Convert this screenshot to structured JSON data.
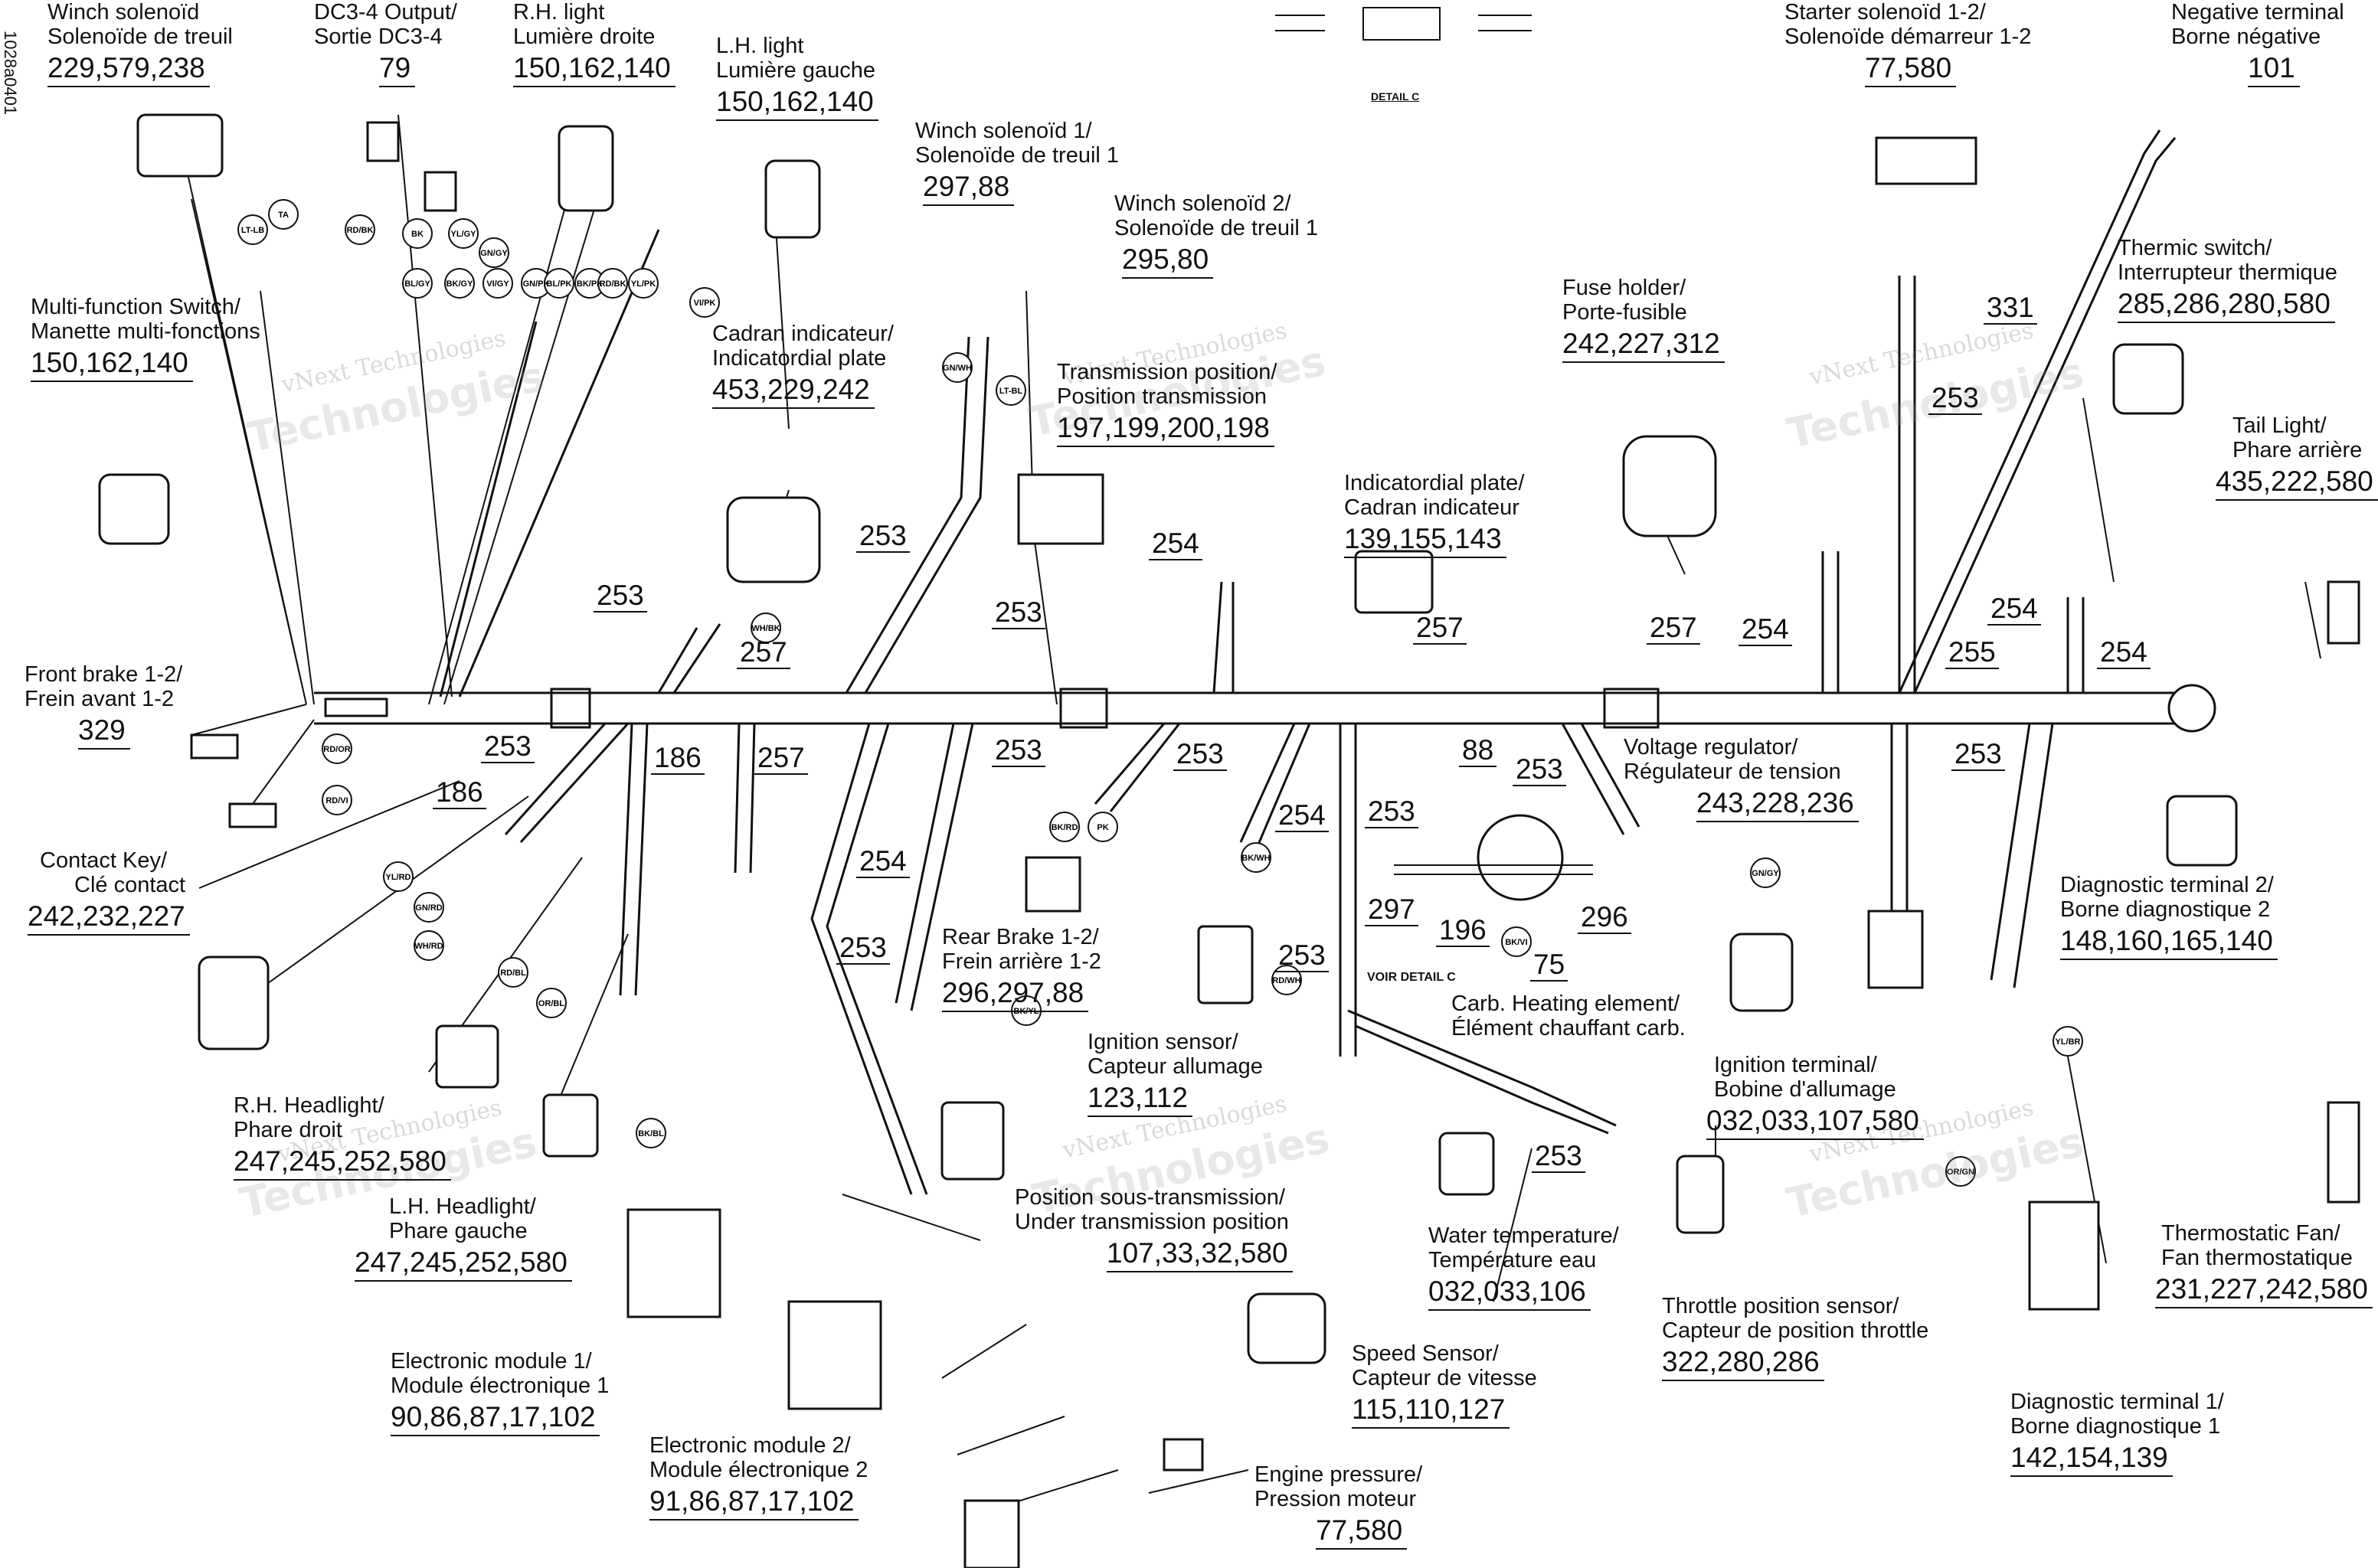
{
  "drawing_code": "1028a0401",
  "detail": {
    "title": "DETAIL C",
    "see": "VOIR DETAIL C"
  },
  "watermark": {
    "line1": "vNext Technologies",
    "line2": "Technologies"
  },
  "components": {
    "winch_solenoid": {
      "en": "Winch solenoïd",
      "fr": "Solenoïde de treuil",
      "parts": "229,579,238"
    },
    "dc3_output": {
      "en": "DC3-4 Output/",
      "fr": "Sortie DC3-4",
      "parts": "79"
    },
    "rh_light": {
      "en": "R.H. light",
      "fr": "Lumière droite",
      "parts": "150,162,140"
    },
    "lh_light": {
      "en": "L.H. light",
      "fr": "Lumière gauche",
      "parts": "150,162,140"
    },
    "winch_solenoid_1": {
      "en": "Winch solenoïd 1/",
      "fr": "Solenoïde de treuil 1",
      "parts": "297,88"
    },
    "winch_solenoid_2": {
      "en": "Winch solenoïd 2/",
      "fr": "Solenoïde de treuil 1",
      "parts": "295,80"
    },
    "transmission_position": {
      "en": "Transmission position/",
      "fr": "Position transmission",
      "parts": "197,199,200,198"
    },
    "starter_solenoid": {
      "en": "Starter solenoïd 1-2/",
      "fr": "Solenoïde démarreur 1-2",
      "parts": "77,580"
    },
    "negative_terminal": {
      "en": "Negative terminal",
      "fr": "Borne négative",
      "parts": "101"
    },
    "multi_function_switch": {
      "en": "Multi-function Switch/",
      "fr": "Manette multi-fonctions",
      "parts": "150,162,140"
    },
    "cadran_indicateur": {
      "en": "Cadran indicateur/",
      "fr": "Indicatordial plate",
      "parts": "453,229,242"
    },
    "indicator_dial_plate": {
      "en": "Indicatordial plate/",
      "fr": "Cadran indicateur",
      "parts": "139,155,143"
    },
    "fuse_holder": {
      "en": "Fuse holder/",
      "fr": "Porte-fusible",
      "parts": "242,227,312"
    },
    "thermic_switch": {
      "en": "Thermic switch/",
      "fr": "Interrupteur thermique",
      "parts": "285,286,280,580"
    },
    "tail_light": {
      "en": "Tail Light/",
      "fr": "Phare arrière",
      "parts": "435,222,580"
    },
    "front_brake": {
      "en": "Front brake 1-2/",
      "fr": "Frein avant 1-2",
      "parts": "329"
    },
    "voltage_regulator": {
      "en": "Voltage regulator/",
      "fr": "Régulateur de tension",
      "parts": "243,228,236"
    },
    "contact_key": {
      "en": "Contact Key/",
      "fr": "Clé contact",
      "parts": "242,232,227"
    },
    "diagnostic_terminal_2": {
      "en": "Diagnostic terminal 2/",
      "fr": "Borne diagnostique 2",
      "parts": "148,160,165,140"
    },
    "rear_brake": {
      "en": "Rear Brake 1-2/",
      "fr": "Frein arrière 1-2",
      "parts": "296,297,88"
    },
    "ignition_sensor": {
      "en": "Ignition sensor/",
      "fr": "Capteur allumage",
      "parts": "123,112"
    },
    "carb_heating": {
      "en": "Carb. Heating element/",
      "fr": "Élément chauffant carb."
    },
    "ignition_terminal": {
      "en": "Ignition terminal/",
      "fr": "Bobine d'allumage",
      "parts": "032,033,107,580"
    },
    "rh_headlight": {
      "en": "R.H. Headlight/",
      "fr": "Phare droit",
      "parts": "247,245,252,580"
    },
    "lh_headlight": {
      "en": "L.H. Headlight/",
      "fr": "Phare gauche",
      "parts": "247,245,252,580"
    },
    "under_transmission": {
      "en": "Position sous-transmission/",
      "fr": "Under transmission position",
      "parts": "107,33,32,580"
    },
    "water_temperature": {
      "en": "Water temperature/",
      "fr": "Température eau",
      "parts": "032,033,106"
    },
    "thermostatic_fan": {
      "en": "Thermostatic Fan/",
      "fr": "Fan thermostatique",
      "parts": "231,227,242,580"
    },
    "throttle_position": {
      "en": "Throttle position sensor/",
      "fr": "Capteur de position throttle",
      "parts": "322,280,286"
    },
    "electronic_module_1": {
      "en": "Electronic module 1/",
      "fr": "Module électronique 1",
      "parts": "90,86,87,17,102"
    },
    "speed_sensor": {
      "en": "Speed Sensor/",
      "fr": "Capteur de vitesse",
      "parts": "115,110,127"
    },
    "diagnostic_terminal_1": {
      "en": "Diagnostic terminal 1/",
      "fr": "Borne diagnostique 1",
      "parts": "142,154,139"
    },
    "electronic_module_2": {
      "en": "Electronic module 2/",
      "fr": "Module électronique 2",
      "parts": "91,86,87,17,102"
    },
    "engine_pressure": {
      "en": "Engine pressure/",
      "fr": "Pression moteur",
      "parts": "77,580"
    }
  },
  "wire_refs": [
    "331",
    "253",
    "253",
    "253",
    "253",
    "253",
    "253",
    "253",
    "253",
    "253",
    "253",
    "253",
    "253",
    "253",
    "254",
    "254",
    "254",
    "254",
    "254",
    "254",
    "257",
    "257",
    "257",
    "257",
    "255",
    "186",
    "186",
    "88",
    "297",
    "196",
    "296",
    "75"
  ],
  "wire_colors": [
    "RD/BK",
    "BK",
    "GN/GY",
    "BL/GY",
    "BK/GY",
    "YL/GY",
    "VI/GY",
    "GN/PK",
    "BL/PK",
    "BK/PK",
    "RD/BK",
    "YL/PK",
    "VI/PK",
    "LT-LB",
    "TA",
    "GN/WH",
    "LT-BL",
    "RD/OR",
    "RD/VI",
    "YL/RD",
    "GN/RD",
    "WH/RD",
    "RD/BL",
    "OR/BL",
    "BK/BL",
    "BK/RD",
    "PK",
    "WH/BK",
    "RD/WH",
    "GN/GY",
    "BK/WH",
    "BK/VI",
    "BK/YL",
    "OR/GN",
    "YL/BR"
  ]
}
